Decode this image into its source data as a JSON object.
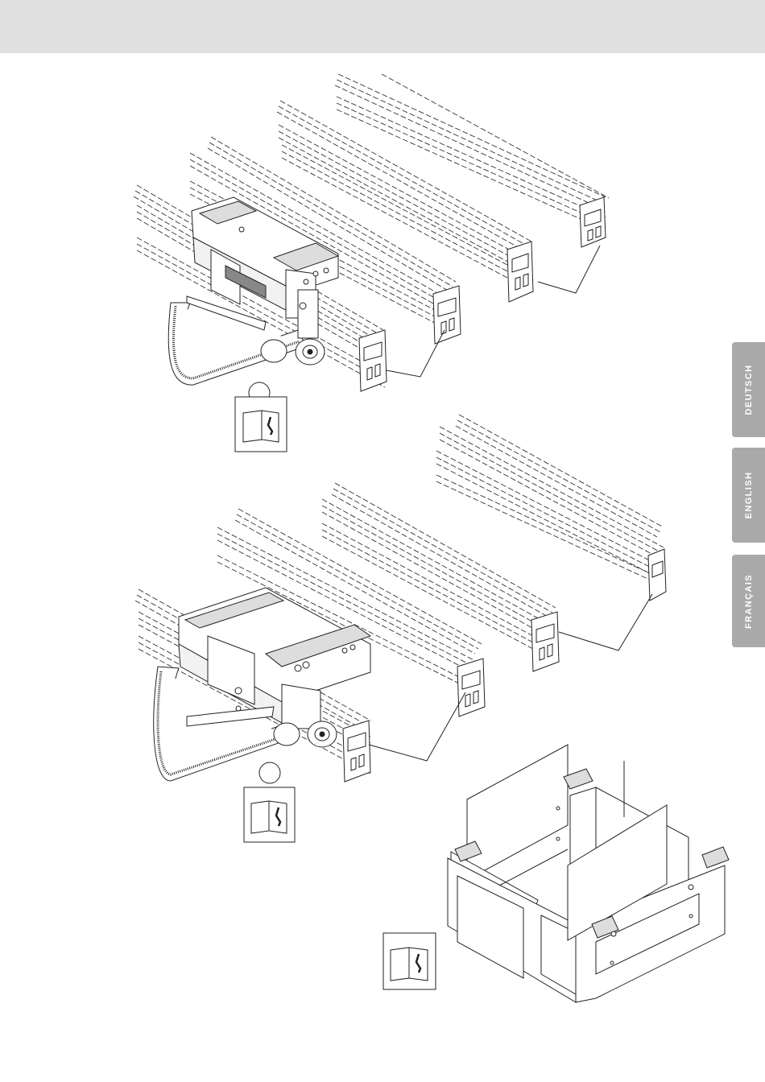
{
  "header": {
    "band_color": "#e0e0e0"
  },
  "language_tabs": [
    {
      "label": "DEUTSCH"
    },
    {
      "label": "ENGLISH"
    },
    {
      "label": "FRANÇAIS"
    }
  ],
  "colors": {
    "tab": "#a9a9a9",
    "tab_text": "#ffffff",
    "line": "#222222"
  },
  "figures": [
    {
      "name": "drive-unit-with-profiles-top",
      "icon": "manual-wrench-icon"
    },
    {
      "name": "drive-unit-with-profiles-bottom",
      "icon": "manual-wrench-icon"
    },
    {
      "name": "enclosure-box",
      "icon": "manual-wrench-icon"
    }
  ]
}
